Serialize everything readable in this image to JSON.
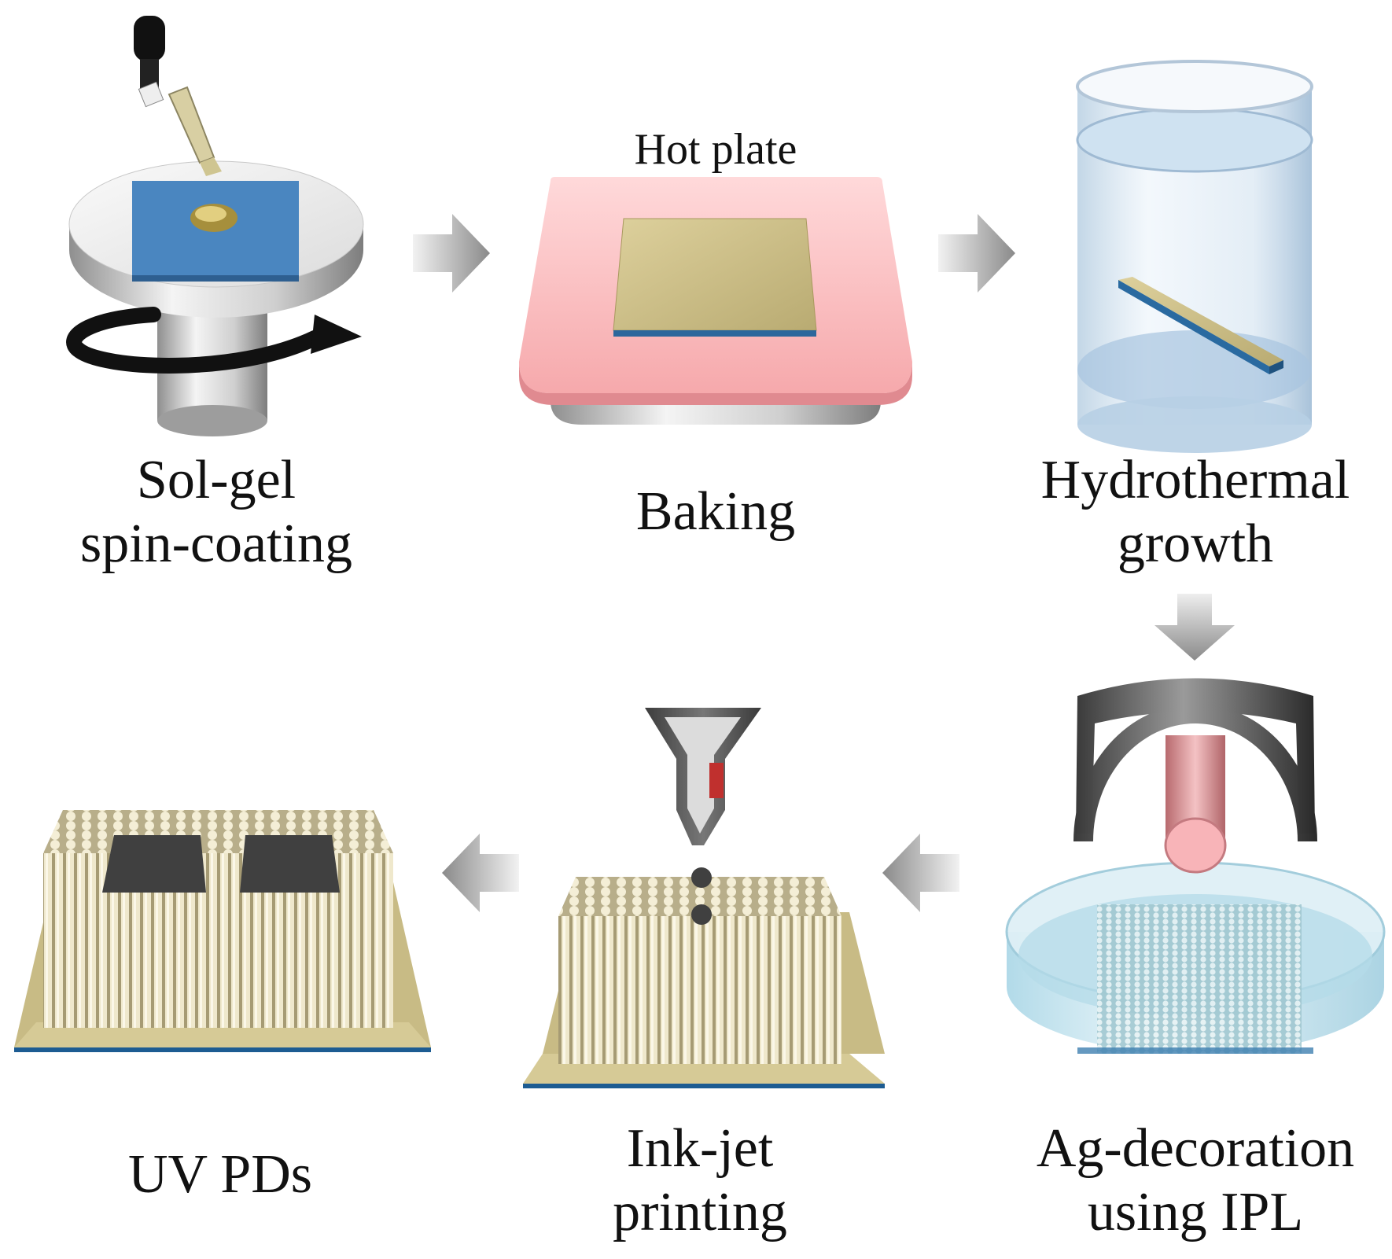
{
  "steps": {
    "spin_coating": {
      "line1": "Sol-gel",
      "line2": "spin-coating"
    },
    "baking": {
      "device_label": "Hot plate",
      "label": "Baking"
    },
    "hydrothermal": {
      "line1": "Hydrothermal",
      "line2": "growth"
    },
    "ag_decoration": {
      "line1": "Ag-decoration",
      "line2": "using IPL"
    },
    "inkjet": {
      "line1": "Ink-jet",
      "line2": "printing"
    },
    "uv_pds": {
      "label": "UV PDs"
    }
  },
  "colors": {
    "substrate_blue": "#4a86c0",
    "sol_gold": "#c9bc86",
    "hot_plate_pink": "#f7b9bb",
    "nanorod_cream": "#ede4c4",
    "electrode_dark": "#404040",
    "ink_red": "#c0302e",
    "arrow_gray": "#9a9a9a"
  }
}
